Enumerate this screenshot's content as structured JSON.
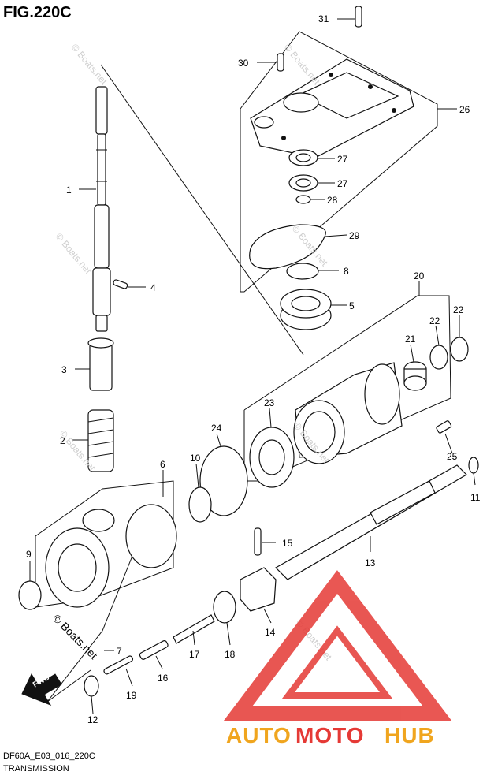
{
  "figure": {
    "title": "FIG.220C",
    "model_code": "DF60A_E03_016_220C",
    "section": "TRANSMISSION"
  },
  "direction_label": "FWD",
  "watermarks": {
    "copyright": "© Boats.net"
  },
  "brand_logo": {
    "part1": "AUTO",
    "part2": "MOTO",
    "part3": "HUB",
    "color_red": "#e53935",
    "color_gold": "#f0a51e"
  },
  "callouts": [
    {
      "id": "c31",
      "label": "31"
    },
    {
      "id": "c30",
      "label": "30"
    },
    {
      "id": "c26",
      "label": "26"
    },
    {
      "id": "c27a",
      "label": "27"
    },
    {
      "id": "c27b",
      "label": "27"
    },
    {
      "id": "c28",
      "label": "28"
    },
    {
      "id": "c29",
      "label": "29"
    },
    {
      "id": "c8",
      "label": "8"
    },
    {
      "id": "c5",
      "label": "5"
    },
    {
      "id": "c1",
      "label": "1"
    },
    {
      "id": "c4",
      "label": "4"
    },
    {
      "id": "c3",
      "label": "3"
    },
    {
      "id": "c2",
      "label": "2"
    },
    {
      "id": "c20",
      "label": "20"
    },
    {
      "id": "c22a",
      "label": "22"
    },
    {
      "id": "c22b",
      "label": "22"
    },
    {
      "id": "c21",
      "label": "21"
    },
    {
      "id": "c23",
      "label": "23"
    },
    {
      "id": "c24",
      "label": "24"
    },
    {
      "id": "c10",
      "label": "10"
    },
    {
      "id": "c6",
      "label": "6"
    },
    {
      "id": "c25",
      "label": "25"
    },
    {
      "id": "c11",
      "label": "11"
    },
    {
      "id": "c9",
      "label": "9"
    },
    {
      "id": "c15",
      "label": "15"
    },
    {
      "id": "c13",
      "label": "13"
    },
    {
      "id": "c14",
      "label": "14"
    },
    {
      "id": "c7",
      "label": "7"
    },
    {
      "id": "c17",
      "label": "17"
    },
    {
      "id": "c18",
      "label": "18"
    },
    {
      "id": "c16",
      "label": "16"
    },
    {
      "id": "c19",
      "label": "19"
    },
    {
      "id": "c12",
      "label": "12"
    }
  ]
}
